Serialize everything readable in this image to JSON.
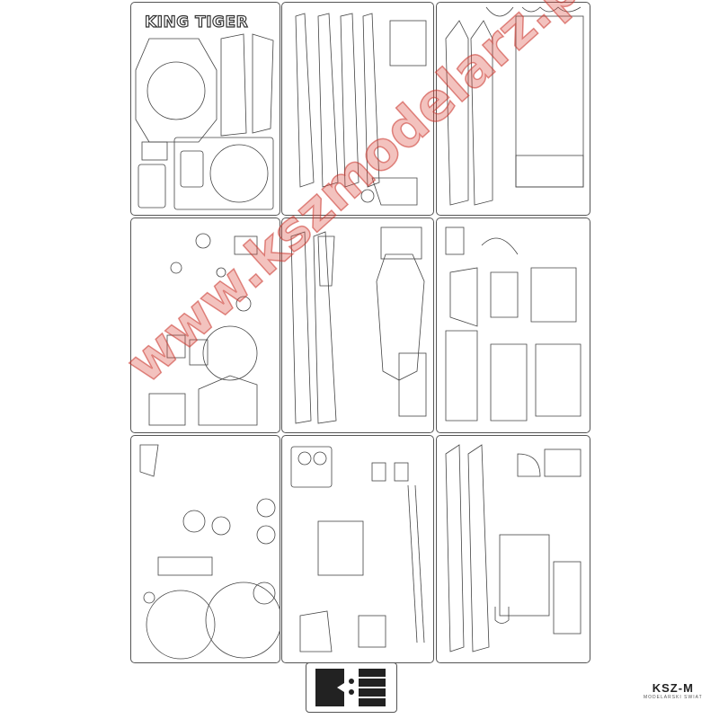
{
  "sheet": {
    "model_title": "KING TIGER",
    "watermark": "www.kszmodelarz.pl",
    "logo_mark": "KSZ-M",
    "logo_subtitle": "MODELARSKI SWIAT"
  },
  "colors": {
    "outline": "#444444",
    "watermark": "#dc5046",
    "background": "#ffffff"
  }
}
